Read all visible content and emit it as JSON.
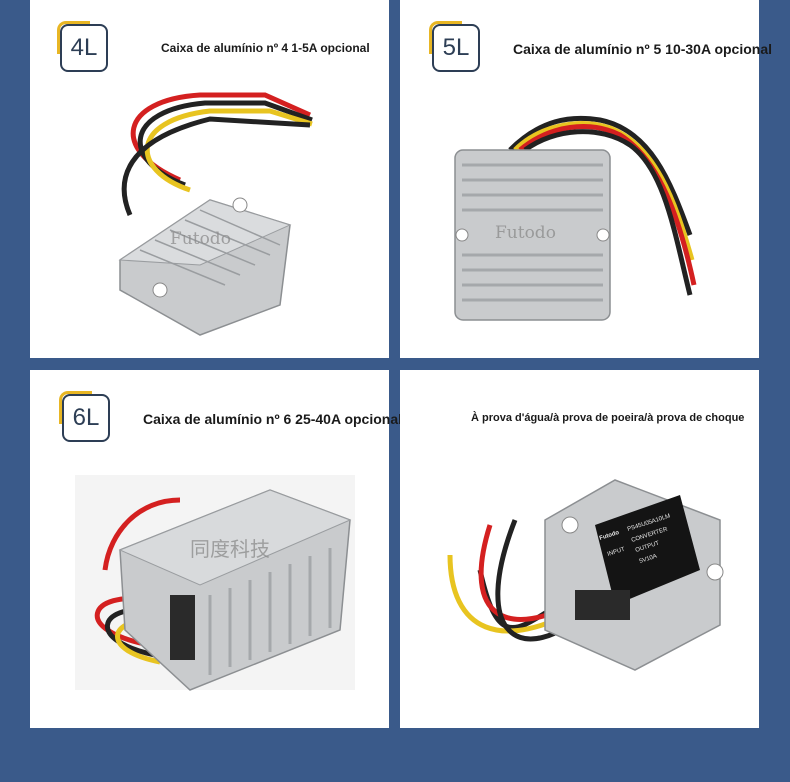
{
  "cards": [
    {
      "badge": "4L",
      "title": "Caixa de alumínio nº 4 1-5A opcional",
      "watermark": "Futodo"
    },
    {
      "badge": "5L",
      "title": "Caixa de alumínio nº 5 10-30A opcional",
      "watermark": "Futodo"
    },
    {
      "badge": "6L",
      "title": "Caixa de alumínio nº 6 25-40A opcional",
      "watermark": "同度科技"
    },
    {
      "title": "À prova d'água/à prova de poeira/à prova de choque",
      "label_lines": [
        "Futodo",
        "PS45U05A10LM",
        "CONVERTER",
        "INPUT",
        "OUTPUT",
        "5V10A"
      ]
    }
  ],
  "colors": {
    "background": "#3a5a8a",
    "card": "#ffffff",
    "badge_border": "#2d3e55",
    "badge_accent": "#e8b624"
  }
}
